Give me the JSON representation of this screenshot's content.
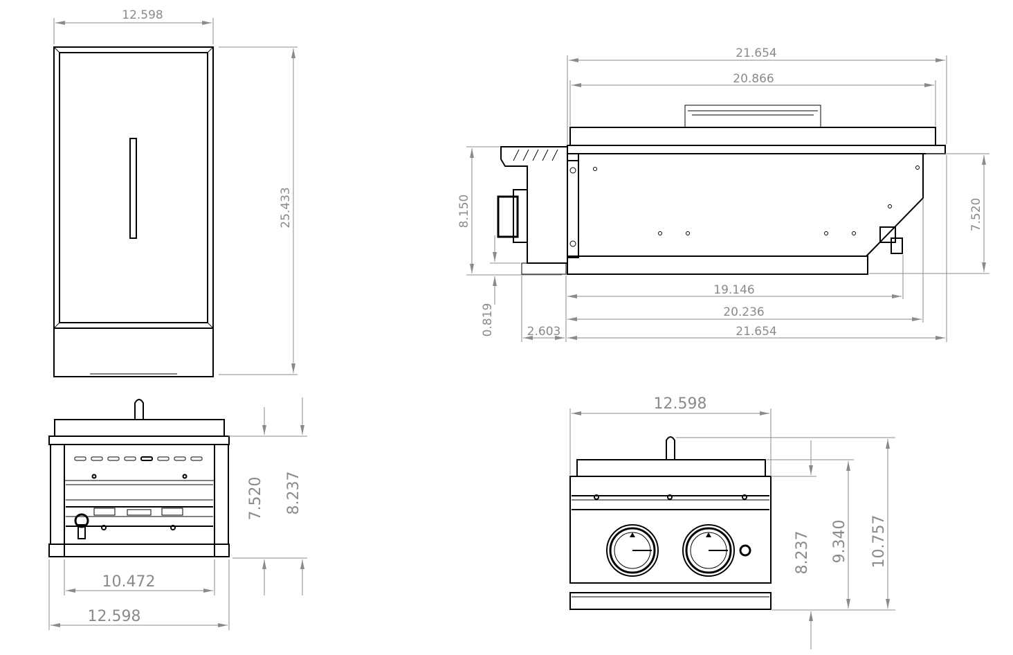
{
  "top_view": {
    "width": "12.598",
    "depth": "25.433"
  },
  "side_view": {
    "overall_top": "21.654",
    "lid_width": "20.866",
    "height_left": "8.150",
    "height_right": "7.520",
    "base_offset": "0.819",
    "cutout": "19.146",
    "body": "20.236",
    "overall_bottom": "21.654",
    "knob_projection": "2.603"
  },
  "front_view": {
    "height_body": "7.520",
    "height_total": "8.237",
    "inner_width": "10.472",
    "width": "12.598"
  },
  "control_view": {
    "width": "12.598",
    "height_a": "8.237",
    "height_b": "9.340",
    "height_c": "10.757"
  }
}
